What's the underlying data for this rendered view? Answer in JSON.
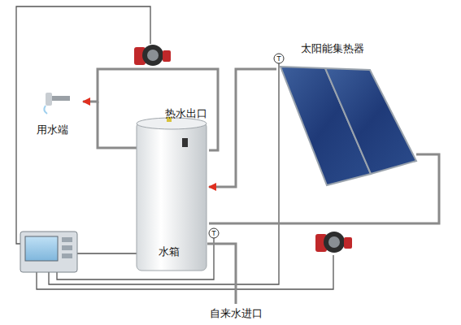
{
  "diagram": {
    "nodes": [
      {
        "text": [
          "用水端"
        ]
      },
      {
        "text": [
          "热水出口",
          "水箱"
        ]
      },
      {
        "text": [
          "太阳能集热器"
        ]
      }
    ],
    "edges": [
      {
        "from": 1,
        "to": 0,
        "arrow": "to"
      },
      {
        "from": 1,
        "to": 2,
        "arrow": "none"
      },
      {
        "from": 2,
        "to": 1,
        "arrow": "to"
      }
    ],
    "labels": [
      "T",
      "T",
      "自来水进口"
    ]
  }
}
